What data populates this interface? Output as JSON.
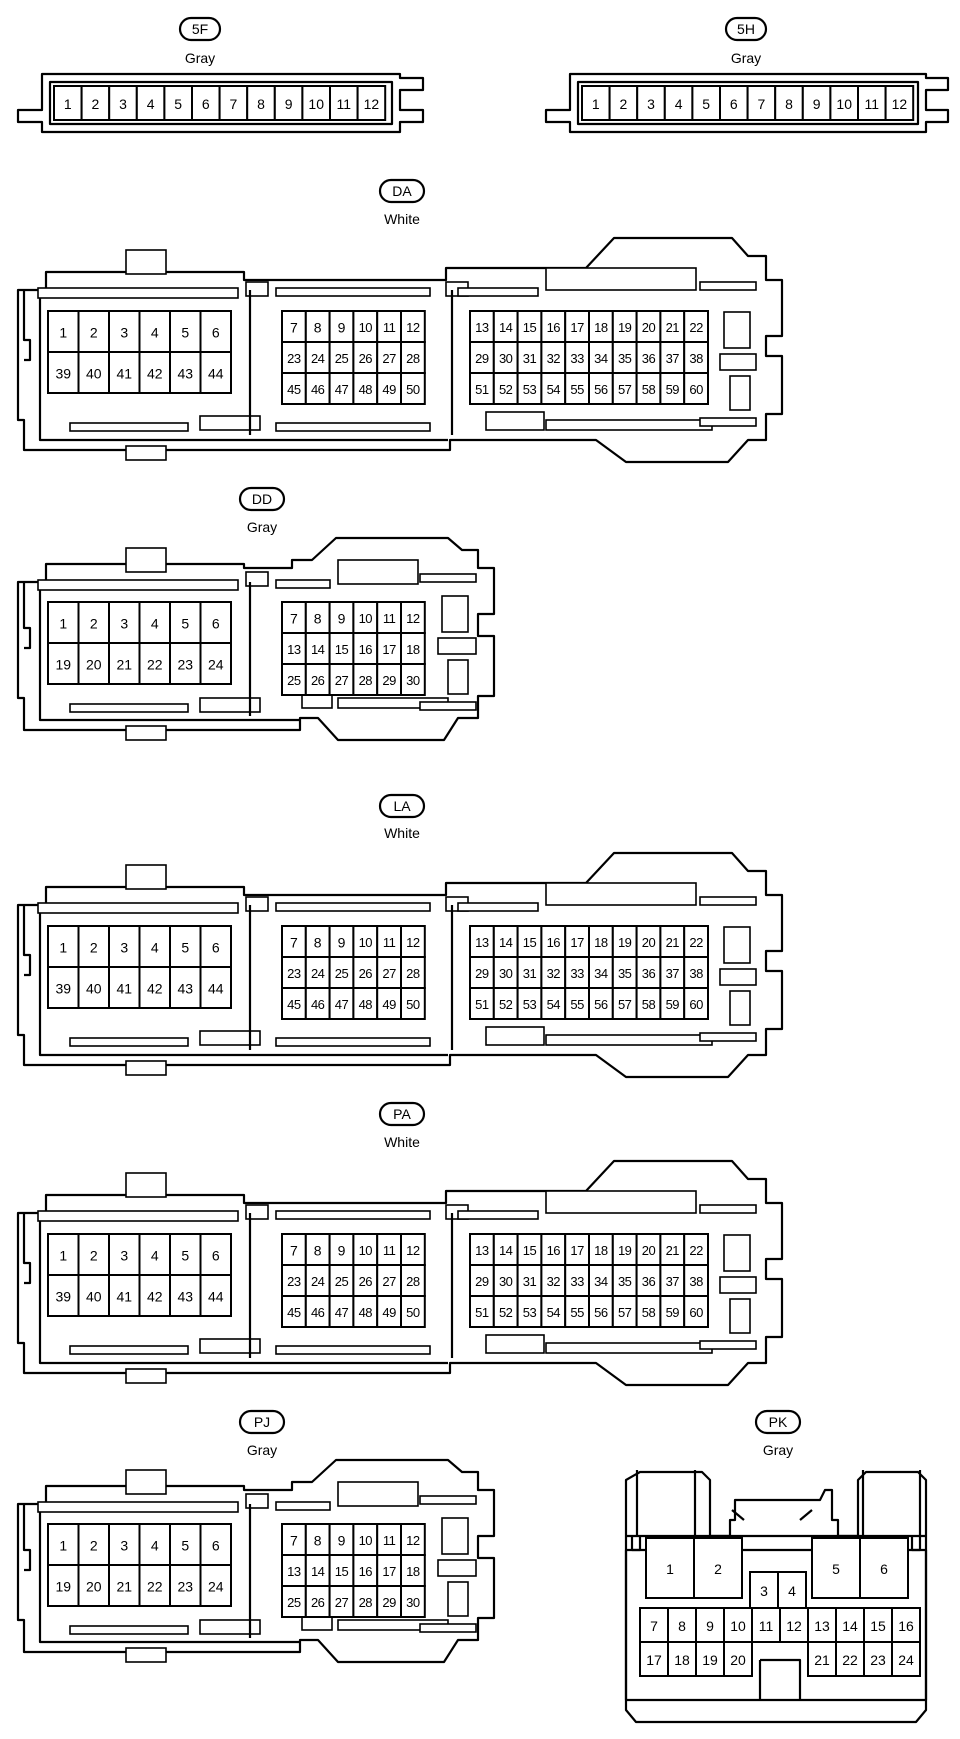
{
  "connectors": [
    {
      "id": "5F",
      "color": "Gray",
      "rows": [
        [
          "1",
          "2",
          "3",
          "4",
          "5",
          "6",
          "7",
          "8",
          "9",
          "10",
          "11",
          "12"
        ]
      ]
    },
    {
      "id": "5H",
      "color": "Gray",
      "rows": [
        [
          "1",
          "2",
          "3",
          "4",
          "5",
          "6",
          "7",
          "8",
          "9",
          "10",
          "11",
          "12"
        ]
      ]
    },
    {
      "id": "DA",
      "color": "White",
      "left": [
        [
          "1",
          "2",
          "3",
          "4",
          "5",
          "6"
        ],
        [
          "39",
          "40",
          "41",
          "42",
          "43",
          "44"
        ]
      ],
      "middle": [
        [
          "7",
          "8",
          "9",
          "10",
          "11",
          "12"
        ],
        [
          "23",
          "24",
          "25",
          "26",
          "27",
          "28"
        ],
        [
          "45",
          "46",
          "47",
          "48",
          "49",
          "50"
        ]
      ],
      "right": [
        [
          "13",
          "14",
          "15",
          "16",
          "17",
          "18",
          "19",
          "20",
          "21",
          "22"
        ],
        [
          "29",
          "30",
          "31",
          "32",
          "33",
          "34",
          "35",
          "36",
          "37",
          "38"
        ],
        [
          "51",
          "52",
          "53",
          "54",
          "55",
          "56",
          "57",
          "58",
          "59",
          "60"
        ]
      ]
    },
    {
      "id": "DD",
      "color": "Gray",
      "left": [
        [
          "1",
          "2",
          "3",
          "4",
          "5",
          "6"
        ],
        [
          "19",
          "20",
          "21",
          "22",
          "23",
          "24"
        ]
      ],
      "middle": [
        [
          "7",
          "8",
          "9",
          "10",
          "11",
          "12"
        ],
        [
          "13",
          "14",
          "15",
          "16",
          "17",
          "18"
        ],
        [
          "25",
          "26",
          "27",
          "28",
          "29",
          "30"
        ]
      ]
    },
    {
      "id": "LA",
      "color": "White",
      "left": [
        [
          "1",
          "2",
          "3",
          "4",
          "5",
          "6"
        ],
        [
          "39",
          "40",
          "41",
          "42",
          "43",
          "44"
        ]
      ],
      "middle": [
        [
          "7",
          "8",
          "9",
          "10",
          "11",
          "12"
        ],
        [
          "23",
          "24",
          "25",
          "26",
          "27",
          "28"
        ],
        [
          "45",
          "46",
          "47",
          "48",
          "49",
          "50"
        ]
      ],
      "right": [
        [
          "13",
          "14",
          "15",
          "16",
          "17",
          "18",
          "19",
          "20",
          "21",
          "22"
        ],
        [
          "29",
          "30",
          "31",
          "32",
          "33",
          "34",
          "35",
          "36",
          "37",
          "38"
        ],
        [
          "51",
          "52",
          "53",
          "54",
          "55",
          "56",
          "57",
          "58",
          "59",
          "60"
        ]
      ]
    },
    {
      "id": "PA",
      "color": "White",
      "left": [
        [
          "1",
          "2",
          "3",
          "4",
          "5",
          "6"
        ],
        [
          "39",
          "40",
          "41",
          "42",
          "43",
          "44"
        ]
      ],
      "middle": [
        [
          "7",
          "8",
          "9",
          "10",
          "11",
          "12"
        ],
        [
          "23",
          "24",
          "25",
          "26",
          "27",
          "28"
        ],
        [
          "45",
          "46",
          "47",
          "48",
          "49",
          "50"
        ]
      ],
      "right": [
        [
          "13",
          "14",
          "15",
          "16",
          "17",
          "18",
          "19",
          "20",
          "21",
          "22"
        ],
        [
          "29",
          "30",
          "31",
          "32",
          "33",
          "34",
          "35",
          "36",
          "37",
          "38"
        ],
        [
          "51",
          "52",
          "53",
          "54",
          "55",
          "56",
          "57",
          "58",
          "59",
          "60"
        ]
      ]
    },
    {
      "id": "PJ",
      "color": "Gray",
      "left": [
        [
          "1",
          "2",
          "3",
          "4",
          "5",
          "6"
        ],
        [
          "19",
          "20",
          "21",
          "22",
          "23",
          "24"
        ]
      ],
      "middle": [
        [
          "7",
          "8",
          "9",
          "10",
          "11",
          "12"
        ],
        [
          "13",
          "14",
          "15",
          "16",
          "17",
          "18"
        ],
        [
          "25",
          "26",
          "27",
          "28",
          "29",
          "30"
        ]
      ]
    },
    {
      "id": "PK",
      "color": "Gray",
      "big_left": [
        "1",
        "2"
      ],
      "big_right": [
        "5",
        "6"
      ],
      "center": [
        "3",
        "4"
      ],
      "bottom_top": [
        "7",
        "8",
        "9",
        "10",
        "11",
        "12",
        "13",
        "14",
        "15",
        "16"
      ],
      "bottom_left": [
        "17",
        "18",
        "19",
        "20"
      ],
      "bottom_right": [
        "21",
        "22",
        "23",
        "24"
      ]
    }
  ]
}
